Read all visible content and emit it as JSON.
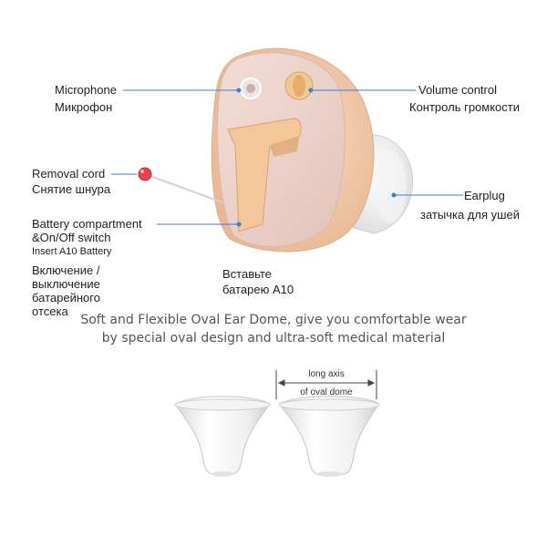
{
  "labels": {
    "microphone_en": "Microphone",
    "microphone_ru": "Микрофон",
    "volume_en": "Volume control",
    "volume_ru": "Контроль громкости",
    "removal_en": "Removal cord",
    "removal_ru": "Снятие шнура",
    "earplug_en": "Earplug",
    "earplug_ru": "затычка для ушей",
    "battery_line1": "Battery compartment",
    "battery_line2": "&On/Off switch",
    "battery_line3": "Insert A10 Battery",
    "switch_ru_1": "Включение /",
    "switch_ru_2": "выключение",
    "switch_ru_3": "батарейного",
    "switch_ru_4": "отсека",
    "insert_ru_1": "Вставьте",
    "insert_ru_2": "батарею А10"
  },
  "tagline": {
    "line1": "Soft and Flexible Oval Ear Dome, give you comfortable wear",
    "line2": "by special oval design and ultra-soft medical material"
  },
  "dome_axis": {
    "line1": "long axis",
    "line2": "of oval dome"
  },
  "colors": {
    "leader_line": "#3b7fd4",
    "shell": "#f1c9a8",
    "faceplate": "#edd6cf",
    "cord_tip": "#e8424a"
  }
}
